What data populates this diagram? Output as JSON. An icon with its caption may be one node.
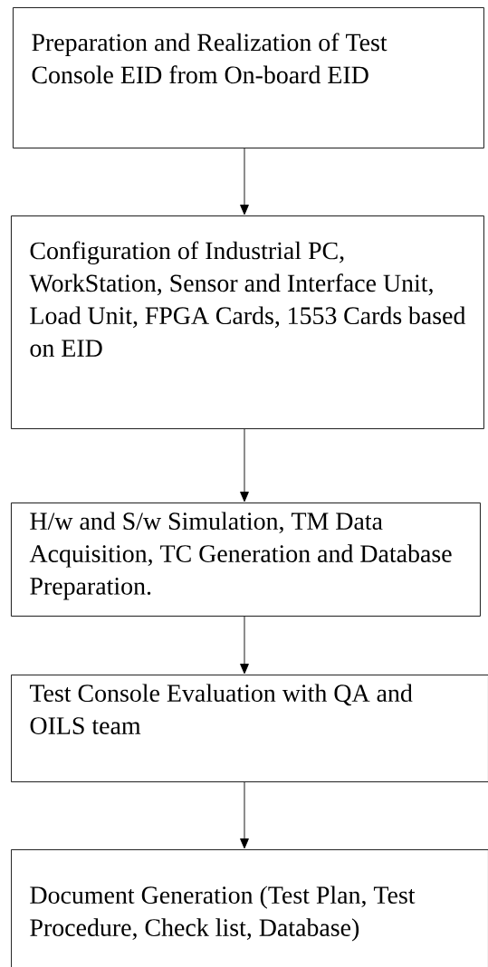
{
  "diagram": {
    "nodes": [
      {
        "text": [
          "Preparation and Realization of Test Console EID from On-board EID"
        ]
      },
      {
        "text": [
          "Configuration of Industrial PC, WorkStation, Sensor and Interface Unit, Load Unit, FPGA Cards, 1553 Cards based on EID"
        ]
      },
      {
        "text": [
          "H/w and S/w Simulation, TM Data Acquisition, TC Generation and Database Preparation."
        ]
      },
      {
        "text": [
          "Test Console Evaluation with QA and OILS team"
        ]
      },
      {
        "text": [
          "Document Generation (Test Plan, Test Procedure, Check list, Database)"
        ]
      }
    ],
    "edges": [
      {
        "from": 0,
        "to": 1,
        "arrow": "to"
      },
      {
        "from": 1,
        "to": 2,
        "arrow": "to"
      },
      {
        "from": 2,
        "to": 3,
        "arrow": "to"
      },
      {
        "from": 3,
        "to": 4,
        "arrow": "to"
      }
    ]
  }
}
